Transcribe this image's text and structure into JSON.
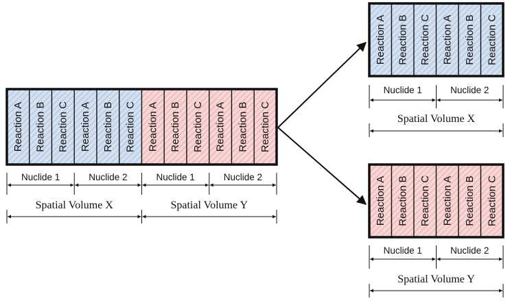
{
  "colors": {
    "blue_fill": "#d3e0f0",
    "blue_hatch": "#a9bfdc",
    "red_fill": "#f8d5d5",
    "red_hatch": "#e6a9a9",
    "stroke": "#111111"
  },
  "reactions": [
    "Reaction A",
    "Reaction B",
    "Reaction C"
  ],
  "nuclides": [
    "Nuclide 1",
    "Nuclide 2"
  ],
  "volumes": [
    "Spatial Volume X",
    "Spatial Volume Y"
  ]
}
